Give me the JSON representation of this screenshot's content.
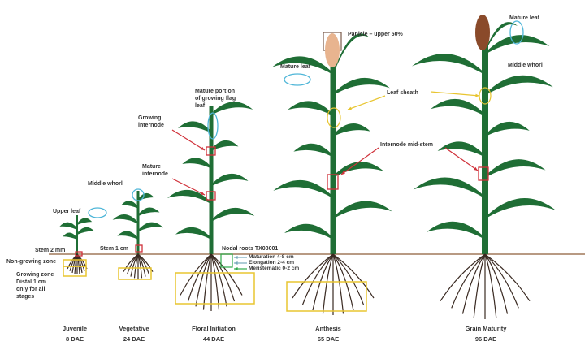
{
  "labels": {
    "upper_leaf": "Upper leaf",
    "middle_whorl_veg": "Middle whorl",
    "stem_2mm": "Stem 2 mm",
    "stem_1cm": "Stem 1 cm",
    "non_growing_zone": "Non-growing zone",
    "growing_zone": [
      "Growing zone",
      "Distal 1 cm",
      "only for all",
      "stages"
    ],
    "growing_internode": [
      "Growing",
      "internode"
    ],
    "mature_flag_leaf": [
      "Mature portion",
      "of growing flag",
      "leaf"
    ],
    "mature_internode": [
      "Mature",
      "internode"
    ],
    "nodal_roots": "Nodal roots TX08001",
    "maturation": "Maturation 4-8 cm",
    "elongation": "Elongation 2-4 cm",
    "meristematic": "Meristematic 0-2 cm",
    "mature_leaf_anthesis": "Mature leaf",
    "panicle": "Panicle – upper 50%",
    "leaf_sheath": "Leaf sheath",
    "internode_mid_stem": "Internode mid-stem",
    "mature_leaf_grain": "Mature leaf",
    "middle_whorl_grain": "Middle whorl"
  },
  "stages": [
    {
      "name": "Juvenile",
      "dae": "8 DAE"
    },
    {
      "name": "Vegetative",
      "dae": "24 DAE"
    },
    {
      "name": "Floral Initiation",
      "dae": "44 DAE"
    },
    {
      "name": "Anthesis",
      "dae": "65 DAE"
    },
    {
      "name": "Grain Maturity",
      "dae": "96 DAE"
    }
  ],
  "colors": {
    "leaf": "#1f6e35",
    "root": "#3a2a22",
    "ground": "#a0785a",
    "red_marker": "#d0313a",
    "cyan_marker": "#4fb6d8",
    "yellow_marker": "#e8c530",
    "panicle_anthesis": "#e8b48f",
    "panicle_grain": "#8a4a2a"
  }
}
